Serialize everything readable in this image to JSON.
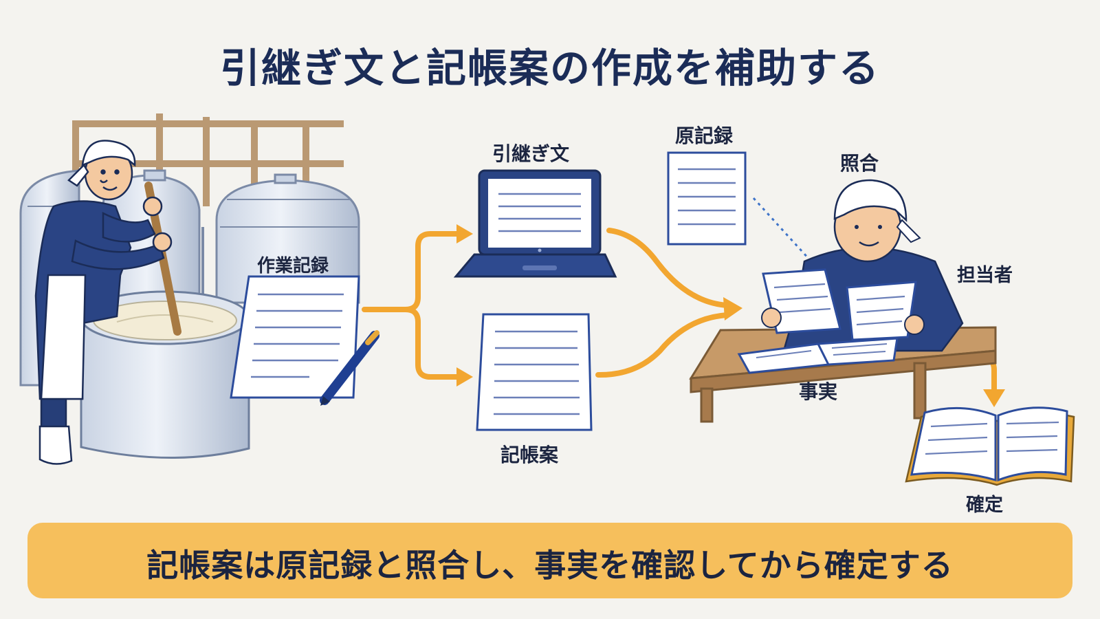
{
  "title": "引継ぎ文と記帳案の作成を補助する",
  "labels": {
    "work_record": "作業記録",
    "handover": "引継ぎ文",
    "ledger_draft": "記帳案",
    "original_record": "原記録",
    "verification": "照合",
    "person_in_charge": "担当者",
    "facts": "事実",
    "finalize": "確定"
  },
  "banner": {
    "text": "記帳案は原記録と照合し、事実を確認してから確定する"
  },
  "colors": {
    "accent": "#f2a630",
    "navy": "#1b2c57",
    "banner": "#f6bf5c",
    "paper_border": "#2c4c9c",
    "background": "#f4f3ef"
  },
  "icons": [
    "brewer-stirring-illustration",
    "steel-tank-icon",
    "document-icon",
    "pen-icon",
    "laptop-icon",
    "worker-reading-illustration",
    "desk-icon",
    "open-book-icon",
    "arrow-icon"
  ]
}
